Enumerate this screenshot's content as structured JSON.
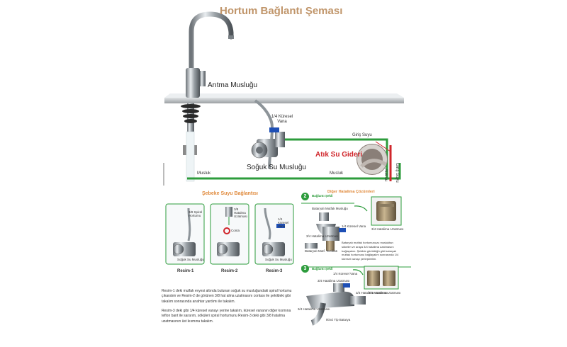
{
  "title": "Hortum Bağlantı Şeması",
  "faucet_label": "Arıtma Musluğu",
  "valve_label": "1/4 Küresel Vana",
  "cold_tap_label": "Soğuk Su Musluğu",
  "hose_label_left": "Musluk",
  "hose_label_mid": "Musluk",
  "inlet_label_top": "Giriş Suyu",
  "inlet_label_vertical": "Giriş Suyu",
  "drain_label": "Atık Su Gideri",
  "drain_vertical": "Atık su",
  "network_title": "Şebeke Suyu Bağlantısı",
  "alt_title": "Diğer Hatalima Çözümleri",
  "step1": {
    "spiral": "3/8 Spiral Hortumu",
    "tap": "Soğuk Su Musluğu",
    "caption": "Resim-1"
  },
  "step2": {
    "ext": "3/8 Hatalma Uzatması",
    "gasket": "Conta",
    "caption": "Resim-2"
  },
  "step3": {
    "valve": "1/4 Küresel Vana",
    "tap": "Soğuk Su Musluğu",
    "caption": "Resim-3"
  },
  "conn2": {
    "number": "2",
    "label": "Bağlantı Şekli",
    "faucet": "Bataryalı Mutfak Musluğu",
    "valve": "1/4 Küresel Vana",
    "ext": "3/4 Hatalima Uzatması",
    "fit": "Bataryalı Mutf. Tertibatı",
    "fitting_ext": "3/4 Hatalima Uzatması",
    "note": "Bataryalı mutfak hortumunuzu musluktan sökelim ve araya 3/4 hatalima uzatmasını bağlayalım. Şekilde görüldüğü gibi bataryalı mutfak hortumunu bağlayalım sonrasında 1/4 küresel vanayı yerleştirelim."
  },
  "conn3": {
    "number": "3",
    "label": "Bağlantı Şekli",
    "valve": "1/4 Küresel Vana",
    "ext_a": "3/4 Hatalima Uzatması",
    "ext_b": "3/4 Hatalima Uzatması",
    "ext_c": "3/4 Hatalima Uzatması",
    "ext_d": "3/4 Hatalima Uzatması",
    "bottom": "Ikinci Tip Batarya"
  },
  "paragraph1": "Resim-1 deki mutfak evyesi altında bulunan soğuk su musluğundaki spiral hortumu çıkaralım ve Resim-2 de görünen 3/8 hat alma uzatmasını contası ile şekildeki gibi takalım sonrasında anahtar yardımı ile takalım.",
  "paragraph2": "Resim-3 deki gibi 1/4 küresel vanayı yerine takalım, küresel vananın diğer kısmına teflon bant ile sararım, söküleri spiral hortumunu Resim-3 deki gibi 3/8 hatalma uzatmasının üst kısmına takalım.",
  "colors": {
    "hose_green": "#2d9c3c",
    "drain_red": "#d0262b",
    "title": "#c0956a",
    "valve_blue": "#1e4fb5"
  }
}
